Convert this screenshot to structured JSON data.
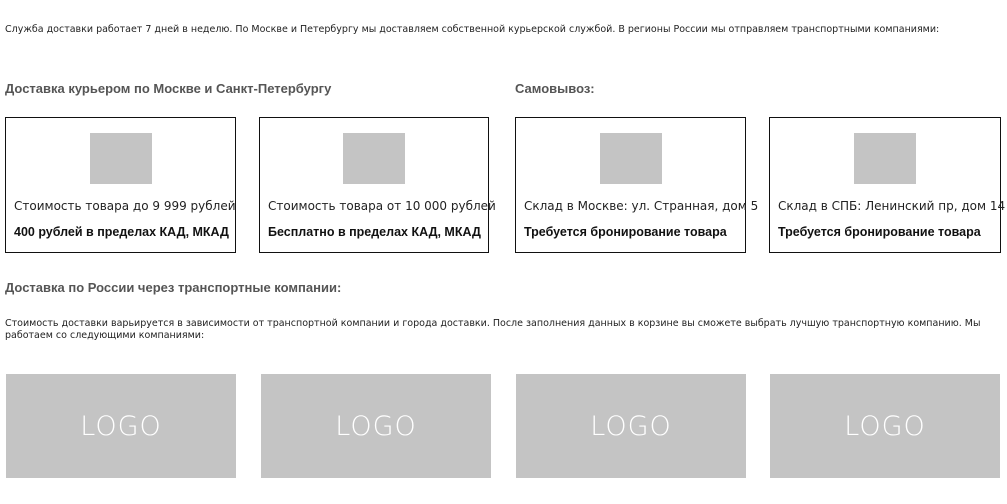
{
  "intro_text": "Служба доставки работает 7 дней в неделю. По Москве и Петербургу мы доставляем собственной курьерской службой. В регионы России мы отправляем транспортными компаниями:",
  "courier_heading": "Доставка курьером по Москве и Санкт-Петербургу",
  "pickup_heading": "Самовывоз:",
  "cards": [
    {
      "line1": "Стоимость товара до 9 999 рублей",
      "line2": "400 рублей в пределах КАД, МКАД"
    },
    {
      "line1": "Стоимость товара от 10 000 рублей",
      "line2": "Бесплатно в пределах КАД, МКАД"
    },
    {
      "line1": "Склад в Москве: ул. Странная, дом 5",
      "line2": "Требуется бронирование товара"
    },
    {
      "line1": "Склад в СПБ: Ленинский пр, дом 14",
      "line2": "Требуется бронирование товара"
    }
  ],
  "russia_heading": "Доставка по России через транспортные компании:",
  "russia_text": "Стоимость доставки варьируется в зависимости от транспортной компании и города доставки. После заполнения данных в корзине вы сможете выбрать лучшую транспортную компанию. Мы работаем со следующими компаниями:",
  "logos": [
    "LOGO",
    "LOGO",
    "LOGO",
    "LOGO"
  ],
  "colors": {
    "placeholder": "#c4c4c4",
    "heading": "#555555",
    "border": "#111111"
  }
}
